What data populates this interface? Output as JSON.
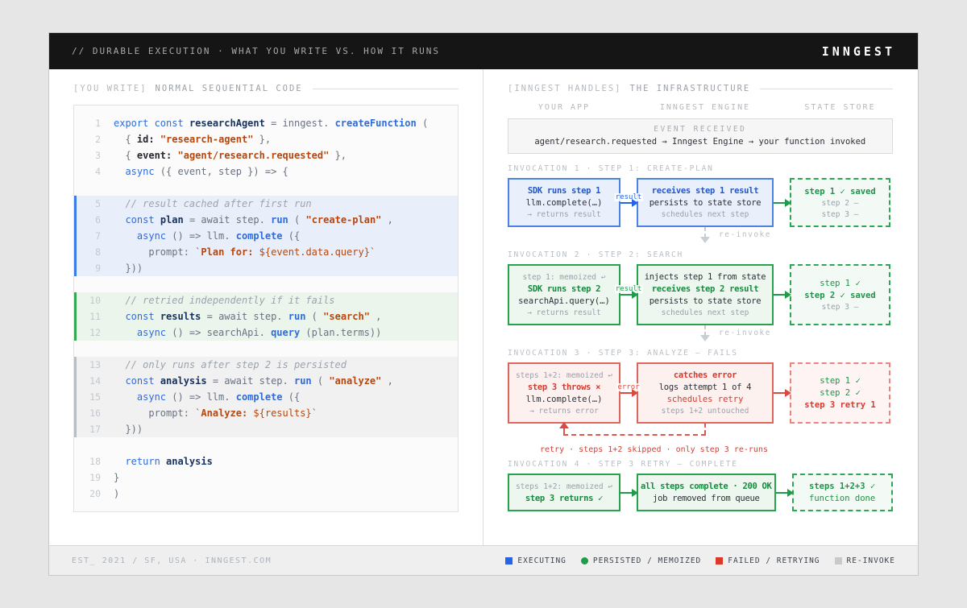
{
  "header": {
    "title": "// DURABLE EXECUTION  ·  WHAT YOU WRITE VS. HOW IT RUNS",
    "logo": "INNGEST"
  },
  "left": {
    "section_tag": "[YOU WRITE]",
    "section_title": "NORMAL SEQUENTIAL CODE",
    "code": {
      "groups": [
        {
          "block": "none",
          "lines": [
            {
              "no": 1,
              "tokens": [
                {
                  "c": "kw",
                  "t": "export const"
                },
                {
                  "c": "pl",
                  "t": " "
                },
                {
                  "c": "var",
                  "t": "researchAgent"
                },
                {
                  "c": "pl",
                  "t": " = inngest. "
                },
                {
                  "c": "fn",
                  "t": "createFunction"
                },
                {
                  "c": "pl",
                  "t": " ("
                }
              ]
            },
            {
              "no": 2,
              "tokens": [
                {
                  "c": "pl",
                  "t": "  { "
                },
                {
                  "c": "prop",
                  "t": "id:"
                },
                {
                  "c": "pl",
                  "t": " "
                },
                {
                  "c": "str",
                  "t": "\"research-agent\""
                },
                {
                  "c": "pl",
                  "t": " },"
                }
              ]
            },
            {
              "no": 3,
              "tokens": [
                {
                  "c": "pl",
                  "t": "  { "
                },
                {
                  "c": "prop",
                  "t": "event:"
                },
                {
                  "c": "pl",
                  "t": " "
                },
                {
                  "c": "str",
                  "t": "\"agent/research.requested\""
                },
                {
                  "c": "pl",
                  "t": " },"
                }
              ]
            },
            {
              "no": 4,
              "tokens": [
                {
                  "c": "kw",
                  "t": "  async"
                },
                {
                  "c": "pl",
                  "t": " ({ event, step }) => {"
                }
              ]
            }
          ]
        },
        {
          "block": "blue",
          "lines": [
            {
              "no": 5,
              "tokens": [
                {
                  "c": "cm",
                  "t": "  // result cached after first run"
                }
              ]
            },
            {
              "no": 6,
              "tokens": [
                {
                  "c": "kw",
                  "t": "  const"
                },
                {
                  "c": "pl",
                  "t": " "
                },
                {
                  "c": "var",
                  "t": "plan"
                },
                {
                  "c": "pl",
                  "t": " = await step. "
                },
                {
                  "c": "fn",
                  "t": "run"
                },
                {
                  "c": "pl",
                  "t": " ( "
                },
                {
                  "c": "str",
                  "t": "\"create-plan\""
                },
                {
                  "c": "pl",
                  "t": " ,"
                }
              ]
            },
            {
              "no": 7,
              "tokens": [
                {
                  "c": "kw",
                  "t": "    async"
                },
                {
                  "c": "pl",
                  "t": " () => llm. "
                },
                {
                  "c": "fn",
                  "t": "complete"
                },
                {
                  "c": "pl",
                  "t": " ({"
                }
              ]
            },
            {
              "no": 8,
              "tokens": [
                {
                  "c": "pl",
                  "t": "      prompt: "
                },
                {
                  "c": "strn",
                  "t": "`"
                },
                {
                  "c": "str",
                  "t": "Plan for:"
                },
                {
                  "c": "strn",
                  "t": " ${event.data.query}`"
                }
              ]
            },
            {
              "no": 9,
              "tokens": [
                {
                  "c": "pl",
                  "t": "  }))"
                }
              ]
            }
          ]
        },
        {
          "block": "green",
          "lines": [
            {
              "no": 10,
              "tokens": [
                {
                  "c": "cm",
                  "t": "  // retried independently if it fails"
                }
              ]
            },
            {
              "no": 11,
              "tokens": [
                {
                  "c": "kw",
                  "t": "  const"
                },
                {
                  "c": "pl",
                  "t": " "
                },
                {
                  "c": "var",
                  "t": "results"
                },
                {
                  "c": "pl",
                  "t": " = await step. "
                },
                {
                  "c": "fn",
                  "t": "run"
                },
                {
                  "c": "pl",
                  "t": " ( "
                },
                {
                  "c": "str",
                  "t": "\"search\""
                },
                {
                  "c": "pl",
                  "t": " ,"
                }
              ]
            },
            {
              "no": 12,
              "tokens": [
                {
                  "c": "kw",
                  "t": "    async"
                },
                {
                  "c": "pl",
                  "t": " () => searchApi. "
                },
                {
                  "c": "fn",
                  "t": "query"
                },
                {
                  "c": "pl",
                  "t": " (plan.terms))"
                }
              ]
            }
          ]
        },
        {
          "block": "gray",
          "lines": [
            {
              "no": 13,
              "tokens": [
                {
                  "c": "cm",
                  "t": "  // only runs after step 2 is persisted"
                }
              ]
            },
            {
              "no": 14,
              "tokens": [
                {
                  "c": "kw",
                  "t": "  const"
                },
                {
                  "c": "pl",
                  "t": " "
                },
                {
                  "c": "var",
                  "t": "analysis"
                },
                {
                  "c": "pl",
                  "t": " = await step. "
                },
                {
                  "c": "fn",
                  "t": "run"
                },
                {
                  "c": "pl",
                  "t": " ( "
                },
                {
                  "c": "str",
                  "t": "\"analyze\""
                },
                {
                  "c": "pl",
                  "t": " ,"
                }
              ]
            },
            {
              "no": 15,
              "tokens": [
                {
                  "c": "kw",
                  "t": "    async"
                },
                {
                  "c": "pl",
                  "t": " () => llm. "
                },
                {
                  "c": "fn",
                  "t": "complete"
                },
                {
                  "c": "pl",
                  "t": " ({"
                }
              ]
            },
            {
              "no": 16,
              "tokens": [
                {
                  "c": "pl",
                  "t": "      prompt: "
                },
                {
                  "c": "strn",
                  "t": "`"
                },
                {
                  "c": "str",
                  "t": "Analyze:"
                },
                {
                  "c": "strn",
                  "t": " ${results}`"
                }
              ]
            },
            {
              "no": 17,
              "tokens": [
                {
                  "c": "pl",
                  "t": "  }))"
                }
              ]
            }
          ]
        },
        {
          "block": "none",
          "lines": [
            {
              "no": 18,
              "tokens": [
                {
                  "c": "kw",
                  "t": "  return"
                },
                {
                  "c": "pl",
                  "t": " "
                },
                {
                  "c": "var",
                  "t": "analysis"
                }
              ]
            },
            {
              "no": 19,
              "tokens": [
                {
                  "c": "pl",
                  "t": "}"
                }
              ]
            },
            {
              "no": 20,
              "tokens": [
                {
                  "c": "pl",
                  "t": ")"
                }
              ]
            }
          ]
        }
      ]
    }
  },
  "right": {
    "section_tag": "[INNGEST HANDLES]",
    "section_title": "THE INFRASTRUCTURE",
    "columns": [
      "YOUR APP",
      "INNGEST ENGINE",
      "STATE STORE"
    ],
    "event": {
      "title": "EVENT RECEIVED",
      "line": "agent/research.requested → Inngest Engine → your function invoked"
    },
    "invocations": [
      {
        "label": "INVOCATION 1 · STEP 1: CREATE-PLAN",
        "color": "blue",
        "app": {
          "lines": [
            {
              "s": "title",
              "t": "SDK runs step 1"
            },
            {
              "s": "code",
              "t": "llm.complete(…)"
            },
            {
              "s": "dim",
              "t": "→ returns result"
            }
          ]
        },
        "arrow1": {
          "label": "result",
          "color": "blue"
        },
        "engine": {
          "lines": [
            {
              "s": "title",
              "t": "receives step 1 result"
            },
            {
              "s": "plain",
              "t": "persists to state store"
            },
            {
              "s": "dim",
              "t": "schedules next step"
            }
          ]
        },
        "arrow2": {
          "color": "green"
        },
        "store": {
          "color": "green",
          "lines": [
            {
              "s": "okb",
              "t": "step 1 ✓ saved"
            },
            {
              "s": "dim",
              "t": "step 2 –"
            },
            {
              "s": "dim",
              "t": "step 3 –"
            }
          ]
        },
        "connector": {
          "label": "re-invoke"
        }
      },
      {
        "label": "INVOCATION 2 · STEP 2: SEARCH",
        "color": "green",
        "app": {
          "lines": [
            {
              "s": "dim",
              "t": "step 1: memoized ↩"
            },
            {
              "s": "title",
              "t": "SDK runs step 2"
            },
            {
              "s": "code",
              "t": "searchApi.query(…)"
            },
            {
              "s": "dim",
              "t": "→ returns result"
            }
          ]
        },
        "arrow1": {
          "label": "result",
          "color": "green"
        },
        "engine": {
          "lines": [
            {
              "s": "plain",
              "t": "injects step 1 from state"
            },
            {
              "s": "title",
              "t": "receives step 2 result"
            },
            {
              "s": "plain",
              "t": "persists to state store"
            },
            {
              "s": "dim",
              "t": "schedules next step"
            }
          ]
        },
        "arrow2": {
          "color": "green"
        },
        "store": {
          "color": "green",
          "lines": [
            {
              "s": "ok",
              "t": "step 1 ✓"
            },
            {
              "s": "okb",
              "t": "step 2 ✓ saved"
            },
            {
              "s": "dim",
              "t": "step 3 –"
            }
          ]
        },
        "connector": {
          "label": "re-invoke"
        }
      },
      {
        "label": "INVOCATION 3 · STEP 3: ANALYZE — FAILS",
        "color": "red",
        "app": {
          "lines": [
            {
              "s": "dim",
              "t": "steps 1+2: memoized ↩"
            },
            {
              "s": "title",
              "t": "step 3 throws ×"
            },
            {
              "s": "code",
              "t": "llm.complete(…)"
            },
            {
              "s": "dim",
              "t": "→ returns error"
            }
          ]
        },
        "arrow1": {
          "label": "error",
          "color": "red"
        },
        "engine": {
          "lines": [
            {
              "s": "title",
              "t": "catches error"
            },
            {
              "s": "plain",
              "t": "logs attempt 1 of 4"
            },
            {
              "s": "alert",
              "t": "schedules retry"
            },
            {
              "s": "dim",
              "t": "steps 1+2 untouched"
            }
          ]
        },
        "arrow2": {
          "color": "red"
        },
        "store": {
          "color": "red",
          "lines": [
            {
              "s": "ok",
              "t": "step 1 ✓"
            },
            {
              "s": "ok",
              "t": "step 2 ✓"
            },
            {
              "s": "alertb",
              "t": "step 3 retry 1"
            }
          ]
        },
        "retry": {
          "label": "retry · steps 1+2 skipped · only step 3 re-runs"
        }
      },
      {
        "label": "INVOCATION 4 · STEP 3 RETRY — COMPLETE",
        "color": "green",
        "app": {
          "lines": [
            {
              "s": "dim",
              "t": "steps 1+2: memoized ↩"
            },
            {
              "s": "title",
              "t": "step 3 returns ✓"
            }
          ]
        },
        "arrow1": {
          "color": "green"
        },
        "engine": {
          "lines": [
            {
              "s": "title",
              "t": "all steps complete · 200 OK"
            },
            {
              "s": "plain",
              "t": "job removed from queue"
            }
          ]
        },
        "arrow2": {
          "color": "green"
        },
        "store": {
          "color": "green",
          "lines": [
            {
              "s": "okb",
              "t": "steps 1+2+3 ✓"
            },
            {
              "s": "ok",
              "t": "function done"
            }
          ]
        }
      }
    ]
  },
  "footer": {
    "left": "EST_ 2021 / SF, USA  ·  INNGEST.COM",
    "legend": [
      {
        "shape": "square",
        "color": "#2563eb",
        "label": "EXECUTING"
      },
      {
        "shape": "circle",
        "color": "#1e9c4a",
        "label": "PERSISTED / MEMOIZED"
      },
      {
        "shape": "square",
        "color": "#d93a2b",
        "label": "FAILED / RETRYING"
      },
      {
        "shape": "square",
        "color": "#c9c9c9",
        "label": "RE-INVOKE"
      }
    ],
    "colors": {
      "executing": "#2563eb",
      "persisted": "#1e9c4a",
      "failed": "#d93a2b",
      "reinvoke": "#c9c9c9"
    }
  }
}
